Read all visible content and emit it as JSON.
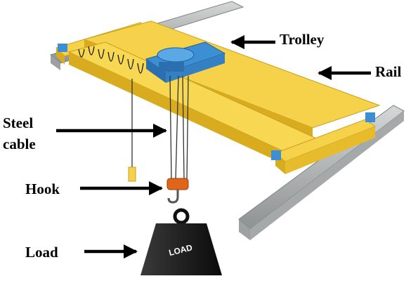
{
  "labels": {
    "trolley": "Trolley",
    "rail": "Rail",
    "steel": "Steel",
    "cable": "cable",
    "hook": "Hook",
    "load": "Load"
  },
  "weight_text": "LOAD",
  "colors": {
    "girder": "#f6d24a",
    "girder_dark": "#d9ac1f",
    "trolley": "#3d8fd4",
    "rail": "#b9bcbc",
    "hook": "#e0641a",
    "weight": "#1a1a1a",
    "arrow": "#000000"
  }
}
